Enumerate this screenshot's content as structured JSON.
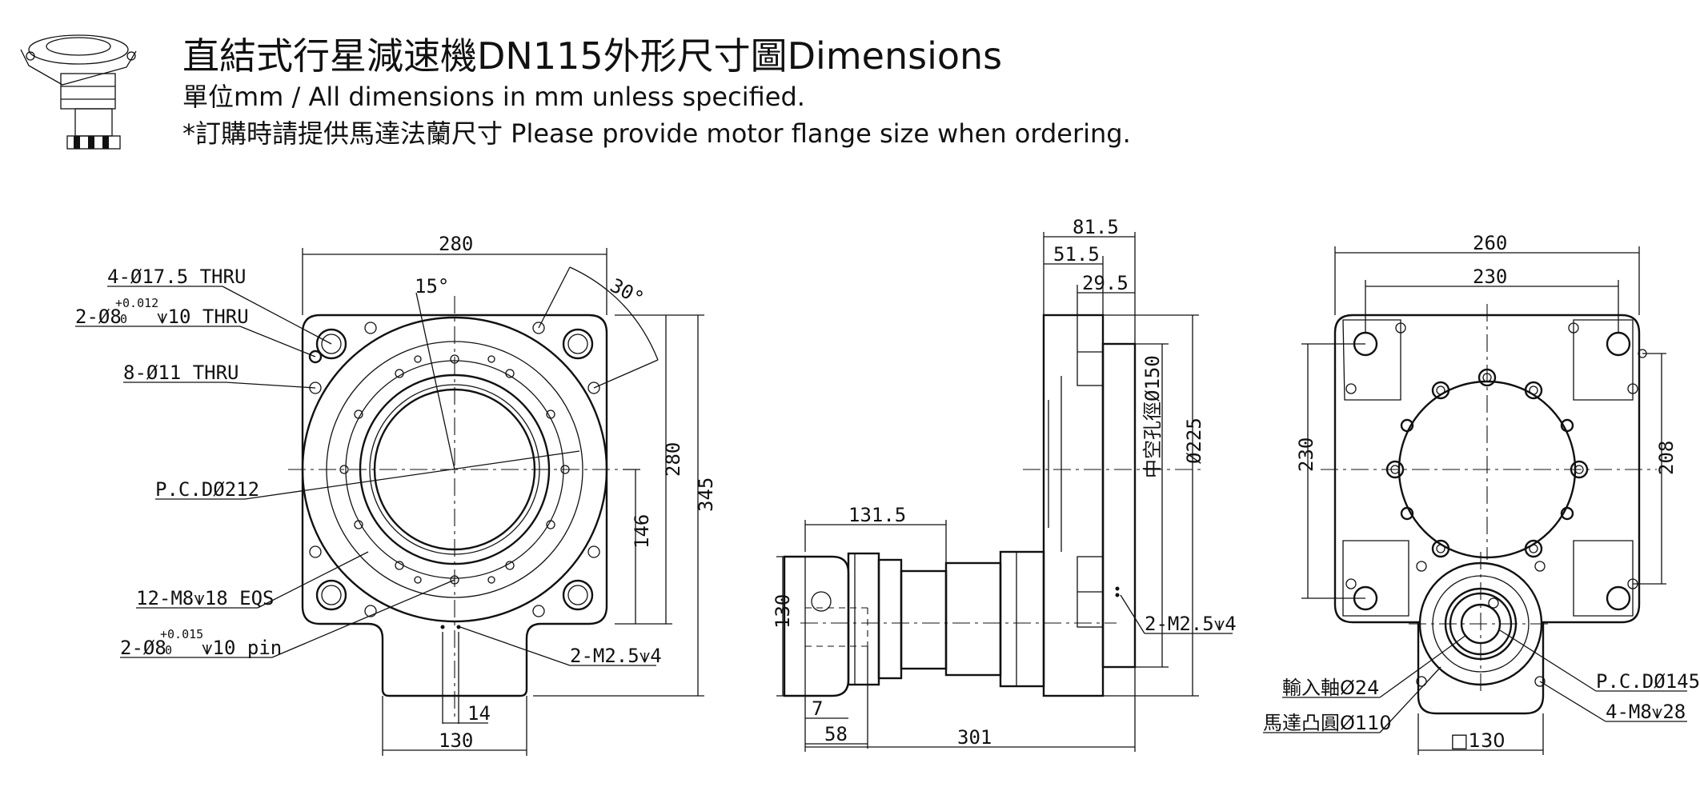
{
  "header": {
    "title": "直結式行星減速機DN115外形尺寸圖Dimensions",
    "units_note": "單位mm / All dimensions in mm unless specified.",
    "order_note": "*訂購時請提供馬達法蘭尺寸 Please provide motor flange size when ordering."
  },
  "front_view": {
    "dim_width": "280",
    "angle_15": "15°",
    "angle_30": "30°",
    "callout_thru_17": "4-Ø17.5 THRU",
    "callout_pin_top_main": "2-Ø8",
    "callout_pin_top_tol_upper": "+0.012",
    "callout_pin_top_tol_lower": "0",
    "callout_pin_top_depth": "⩛10 THRU",
    "callout_thru_11": "8-Ø11 THRU",
    "callout_pcd": "P.C.DØ212",
    "callout_tapped": "12-M8⩛18 EQS",
    "callout_pin_bot_main": "2-Ø8",
    "callout_pin_bot_tol_upper": "+0.015",
    "callout_pin_bot_tol_lower": "0",
    "callout_pin_bot_depth": "⩛10 pin",
    "callout_m25": "2-M2.5⩛4",
    "dim_height_280": "280",
    "dim_height_345": "345",
    "dim_146": "146",
    "dim_14": "14",
    "dim_130": "130"
  },
  "side_view": {
    "dim_81_5": "81.5",
    "dim_51_5": "51.5",
    "dim_29_5": "29.5",
    "dim_131_5": "131.5",
    "dim_hollow": "中空孔徑Ø150",
    "dim_225": "Ø225",
    "dim_130": "130",
    "dim_7": "7",
    "dim_58": "58",
    "dim_301": "301",
    "callout_m25": "2-M2.5⩛4"
  },
  "rear_view": {
    "dim_260": "260",
    "dim_230_top": "230",
    "dim_230_left": "230",
    "dim_208": "208",
    "callout_input_shaft": "輸入軸Ø24",
    "callout_motor_boss": "馬達凸圓Ø110",
    "callout_pcd": "P.C.DØ145",
    "callout_tapped": "4-M8⩛28",
    "dim_square": "□130"
  }
}
